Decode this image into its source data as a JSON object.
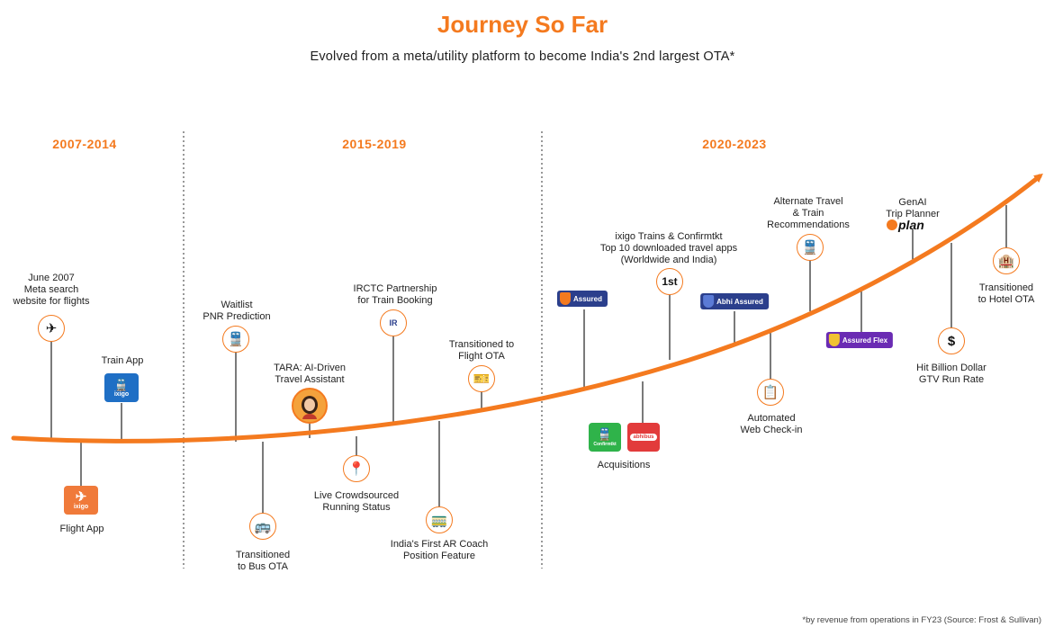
{
  "header": {
    "title": "Journey So Far",
    "subtitle": "Evolved from a meta/utility platform to become India's 2nd largest OTA*"
  },
  "periods": [
    {
      "label": "2007-2014"
    },
    {
      "label": "2015-2019"
    },
    {
      "label": "2020-2023"
    }
  ],
  "milestones": {
    "june_2007": "June 2007\nMeta search\nwebsite for flights",
    "flight_app": "Flight App",
    "train_app": "Train App",
    "waitlist": "Waitlist\nPNR Prediction",
    "bus_ota": "Transitioned\nto Bus OTA",
    "tara": "TARA: AI-Driven\nTravel Assistant",
    "crowdsourced": "Live Crowdsourced\nRunning Status",
    "irctc": "IRCTC Partnership\nfor Train Booking",
    "ar_coach": "India's First AR Coach\nPosition Feature",
    "flight_ota": "Transitioned to\nFlight OTA",
    "acquisitions": "Acquisitions",
    "top10": "ixigo Trains & Confirmtkt\nTop 10 downloaded travel apps\n(Worldwide and India)",
    "web_checkin": "Automated\nWeb Check-in",
    "alternate": "Alternate Travel\n& Train\nRecommendations",
    "genai": "GenAI\nTrip Planner",
    "billion": "Hit Billion Dollar\nGTV Run Rate",
    "hotel_ota": "Transitioned\nto Hotel OTA"
  },
  "logos": {
    "ixigo": "ixigo",
    "assured": "Assured",
    "abhi_assured": "Abhi Assured",
    "assured_flex": "Assured Flex",
    "plan": "plan",
    "first_badge": "1st",
    "confirmtkt": "Confirmtkt",
    "abhibus": "abhibus",
    "dollar": "$"
  },
  "footnote": "*by revenue from operations in FY23 (Source: Frost & Sullivan)",
  "colors": {
    "accent": "#f47a1f",
    "ixigo_blue": "#1f6fc5",
    "ixigo_orange": "#f07a3a",
    "navy": "#2b3f8c",
    "purple": "#6a2bb3",
    "green": "#2fb34a",
    "red": "#e23b3b"
  }
}
